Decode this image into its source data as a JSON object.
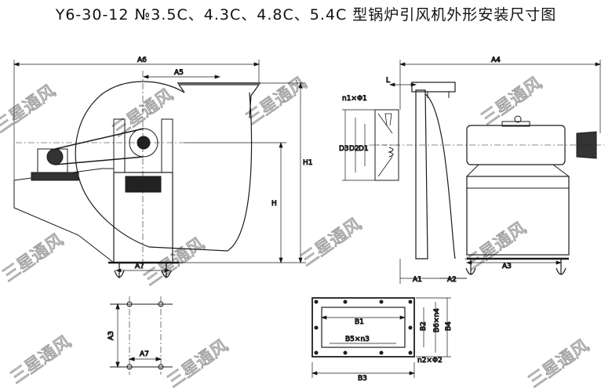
{
  "title": "Y6-30-12 №3.5C、4.3C、4.8C、5.4C 型锅炉引风机外形安装尺寸图",
  "watermark": "三星通风",
  "dimensions": {
    "A6": "A6",
    "A5": "A5",
    "H1": "H1",
    "H": "H",
    "A7": "A7",
    "A3": "A3",
    "A4": "A4",
    "L": "L",
    "n1phi1": "n1×Φ1",
    "D3": "D3",
    "D2": "D2",
    "D1": "D1",
    "A1": "A1",
    "A2": "A2",
    "B1": "B1",
    "B5n3": "B5×n3",
    "B2": "B2",
    "B6n4": "B6×n4",
    "B4": "B4",
    "B3": "B3",
    "n2phi2": "n2×Φ2"
  }
}
